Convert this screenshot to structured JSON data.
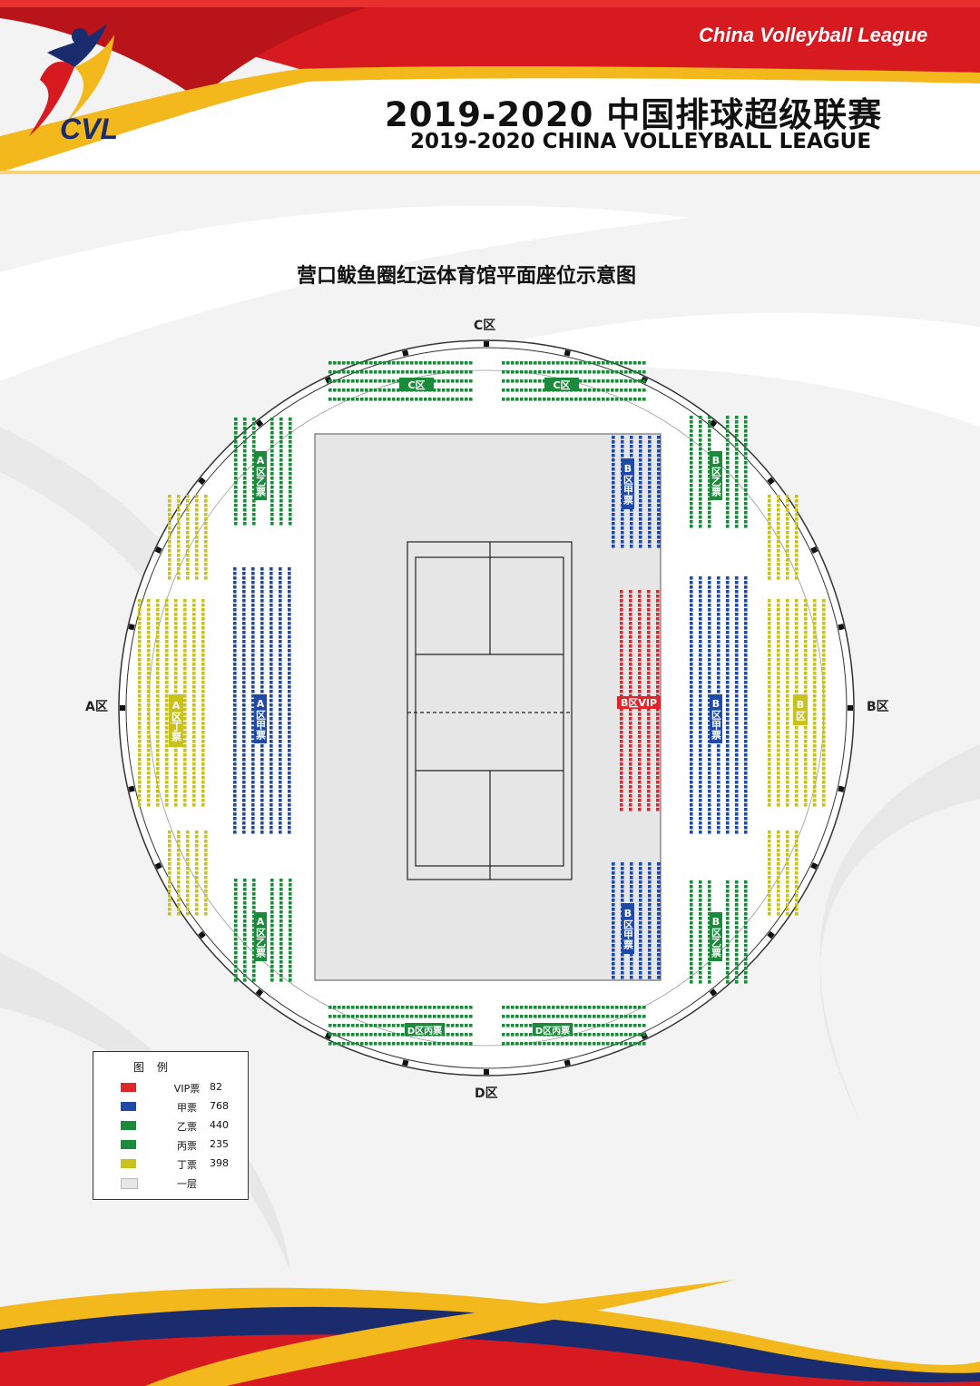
{
  "header": {
    "league_tag": "China Volleyball League",
    "title_cn": "2019-2020 中国排球超级联赛",
    "title_en": "2019-2020 CHINA VOLLEYBALL LEAGUE",
    "logo_text": "CVL"
  },
  "plan_title": "营口鲅鱼圈红运体育馆平面座位示意图",
  "zones": {
    "c": "C区",
    "d": "D区",
    "a": "A区",
    "b": "B区"
  },
  "sections": {
    "c_left": "C区",
    "c_right": "C区",
    "d_left": "D区丙票",
    "d_right": "D区丙票",
    "a_yi_top": "A区乙票",
    "a_jia": "A区甲票",
    "a_ding": "A区丁票",
    "a_yi_bottom": "A区乙票",
    "b_jia_top": "B区甲票",
    "b_vip": "B区VIP",
    "b_jia_bottom": "B区甲票",
    "b_yi_top": "B区乙票",
    "b_jia_right": "B区甲票",
    "b_ding": "B区",
    "b_yi_bottom": "B区乙票"
  },
  "colors": {
    "vip": "#e0262b",
    "jia": "#1f4aa8",
    "yi": "#1b8a3a",
    "bing": "#1b8a3a",
    "ding": "#c8c21a",
    "floor": "#e6e6e6",
    "brand_red": "#d71920",
    "brand_blue": "#1a2b6e",
    "brand_gold": "#f2b81c"
  },
  "legend": {
    "title": "图例",
    "items": [
      {
        "name": "VIP票",
        "count": "82",
        "color": "#e0262b"
      },
      {
        "name": "甲票",
        "count": "768",
        "color": "#1f4aa8"
      },
      {
        "name": "乙票",
        "count": "440",
        "color": "#1b8a3a"
      },
      {
        "name": "丙票",
        "count": "235",
        "color": "#1b8a3a"
      },
      {
        "name": "丁票",
        "count": "398",
        "color": "#c8c21a"
      },
      {
        "name": "一层",
        "count": "",
        "color": "#e6e6e6"
      }
    ]
  }
}
